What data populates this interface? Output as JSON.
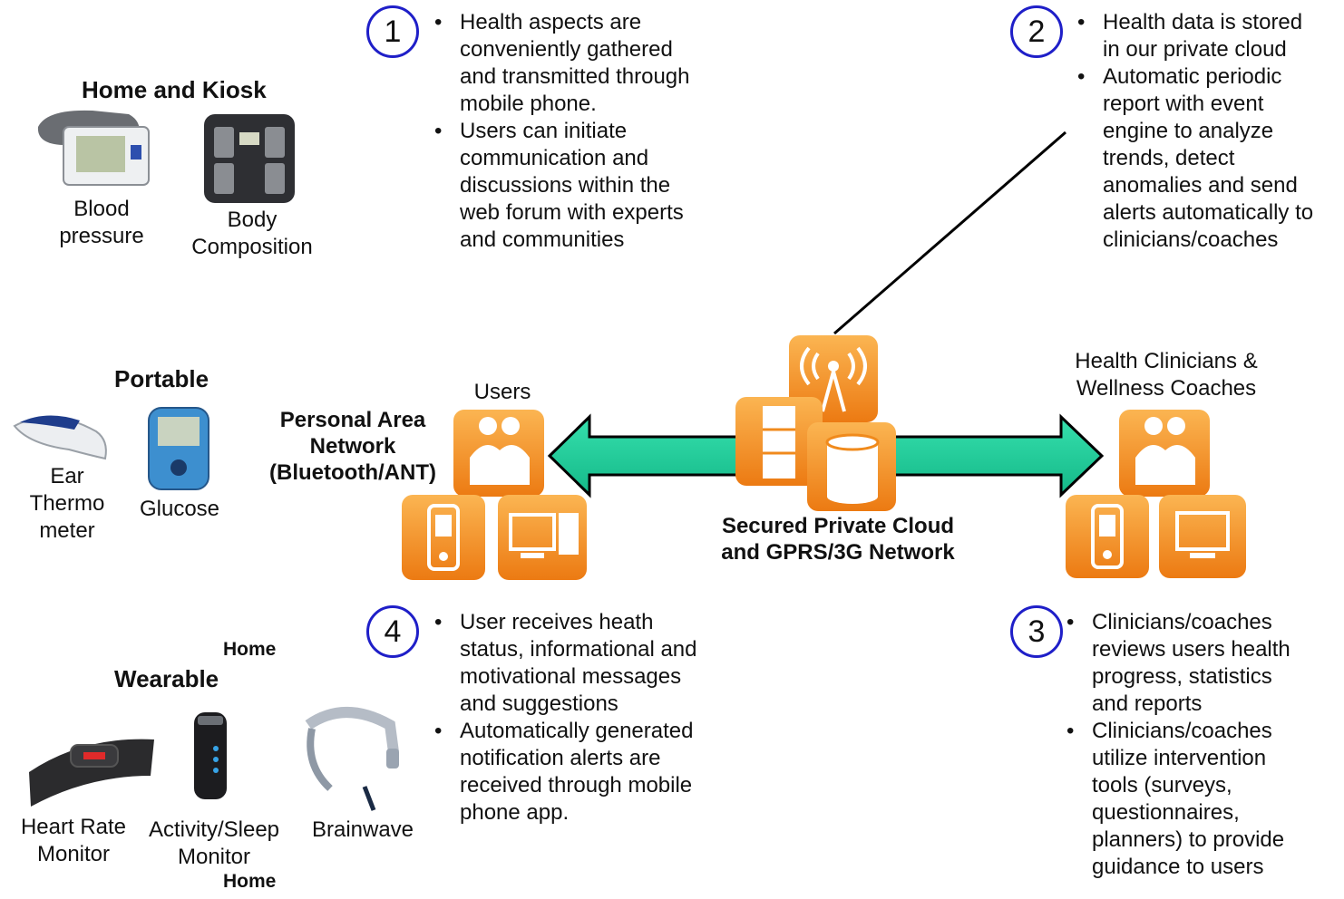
{
  "categories": {
    "home_kiosk": {
      "title": "Home and Kiosk",
      "devices": [
        {
          "label": [
            "Blood",
            "pressure"
          ],
          "icon": "blood-pressure-monitor-icon"
        },
        {
          "label": [
            "Body",
            "Composition"
          ],
          "icon": "body-composition-scale-icon"
        }
      ]
    },
    "portable": {
      "title": "Portable",
      "devices": [
        {
          "label": [
            "Ear",
            "Thermo",
            "meter"
          ],
          "icon": "ear-thermometer-icon"
        },
        {
          "label": [
            "Glucose"
          ],
          "icon": "glucose-meter-icon"
        }
      ]
    },
    "wearable": {
      "title": "Wearable",
      "home_tag_top": "Home",
      "home_tag_bottom": "Home",
      "devices": [
        {
          "label": [
            "Heart Rate",
            "Monitor"
          ],
          "icon": "heart-rate-strap-icon"
        },
        {
          "label": [
            "Activity/Sleep",
            "Monitor"
          ],
          "icon": "activity-tracker-icon"
        },
        {
          "label": [
            "Brainwave"
          ],
          "icon": "eeg-headset-icon"
        }
      ]
    }
  },
  "pan_label": [
    "Personal Area",
    "Network",
    "(Bluetooth/ANT)"
  ],
  "users_label": "Users",
  "clinicians_label": [
    "Health Clinicians &",
    "Wellness Coaches"
  ],
  "cloud_label": [
    "Secured Private Cloud",
    "and GPRS/3G Network"
  ],
  "steps": [
    {
      "number": "1",
      "bullets": [
        [
          "Health aspects are",
          "conveniently gathered",
          "and transmitted through",
          "mobile phone."
        ],
        [
          "Users can initiate",
          "communication and",
          "discussions within the",
          "web forum with experts",
          "and communities"
        ]
      ]
    },
    {
      "number": "2",
      "bullets": [
        [
          "Health data is stored",
          "in our private cloud"
        ],
        [
          "Automatic periodic",
          "report with event",
          "engine to analyze",
          "trends, detect",
          "anomalies and send",
          "alerts automatically to",
          "clinicians/coaches"
        ]
      ]
    },
    {
      "number": "3",
      "bullets": [
        [
          "Clinicians/coaches",
          "reviews users health",
          "progress, statistics",
          "and reports"
        ],
        [
          "Clinicians/coaches",
          "utilize intervention",
          "tools (surveys,",
          "questionnaires,",
          "planners) to provide",
          "guidance to users"
        ]
      ]
    },
    {
      "number": "4",
      "bullets": [
        [
          "User receives heath",
          "status, informational and",
          "motivational messages",
          "and suggestions"
        ],
        [
          "Automatically generated",
          "notification alerts are",
          "received through mobile",
          "phone app."
        ]
      ]
    }
  ],
  "colors": {
    "orange": "#f08a1c",
    "arrow": "#1ecb9a",
    "circle_border": "#1f1fc8"
  }
}
